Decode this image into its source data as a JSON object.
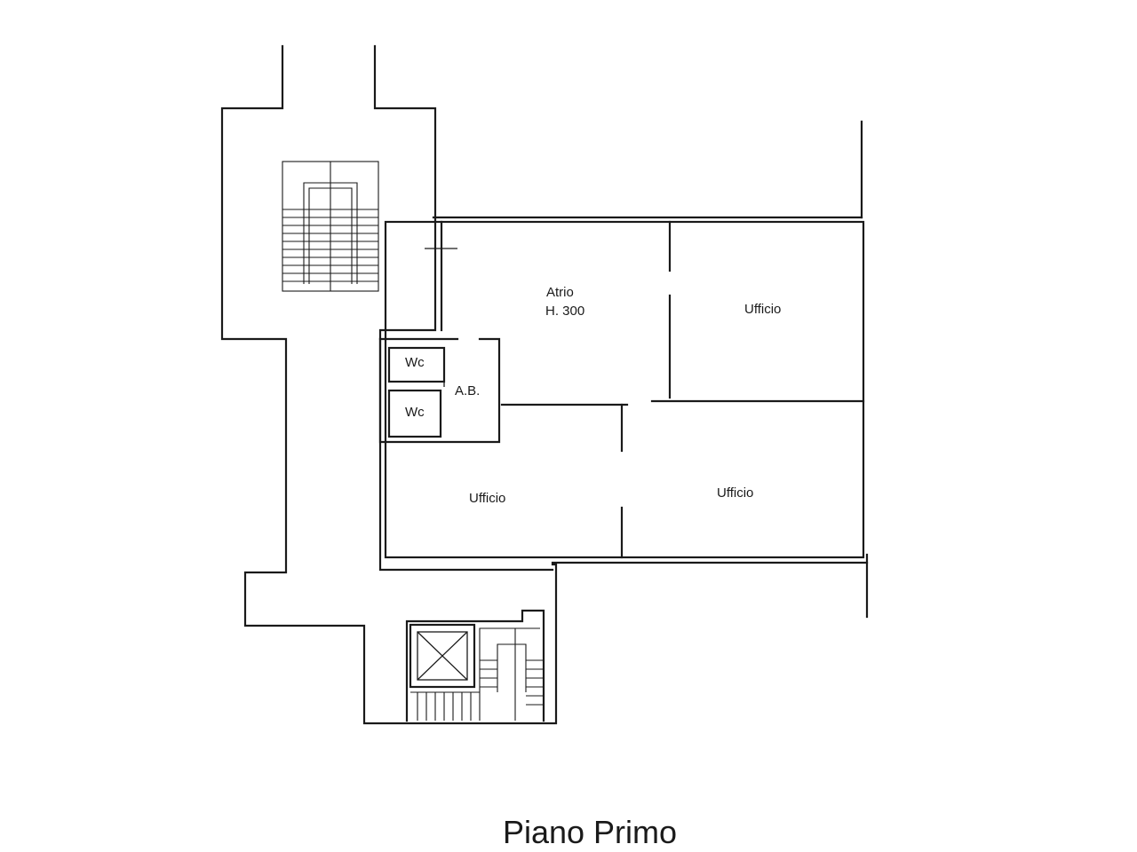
{
  "title": "Piano Primo",
  "rooms": {
    "atrio": "Atrio",
    "atrio_height": "H. 300",
    "ufficio_ne": "Ufficio",
    "ufficio_sw": "Ufficio",
    "ufficio_se": "Ufficio",
    "wc_upper": "Wc",
    "wc_lower": "Wc",
    "ab": "A.B."
  },
  "colors": {
    "line": "#1a1a1a",
    "background": "#ffffff"
  }
}
